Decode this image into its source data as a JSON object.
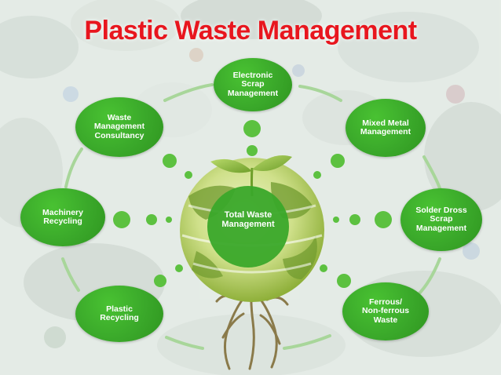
{
  "title": "Plastic Waste Management",
  "center": {
    "label": "Total Waste\nManagement"
  },
  "nodes": [
    {
      "id": "electronic-scrap",
      "label": "Electronic\nScrap\nManagement"
    },
    {
      "id": "mixed-metal",
      "label": "Mixed Metal\nManagement"
    },
    {
      "id": "solder-dross",
      "label": "Solder Dross\nScrap\nManagement"
    },
    {
      "id": "ferrous-non-ferrous",
      "label": "Ferrous/\nNon-ferrous\nWaste"
    },
    {
      "id": "plastic-recycling",
      "label": "Plastic\nRecycling"
    },
    {
      "id": "machinery-recycling",
      "label": "Machinery\nRecycling"
    },
    {
      "id": "waste-consultancy",
      "label": "Waste\nManagement\nConsultancy"
    }
  ],
  "colors": {
    "title": "#e8161e",
    "node_fill": "#3aa82a",
    "ring": "#a8d69a",
    "dots": "#5cc140"
  }
}
